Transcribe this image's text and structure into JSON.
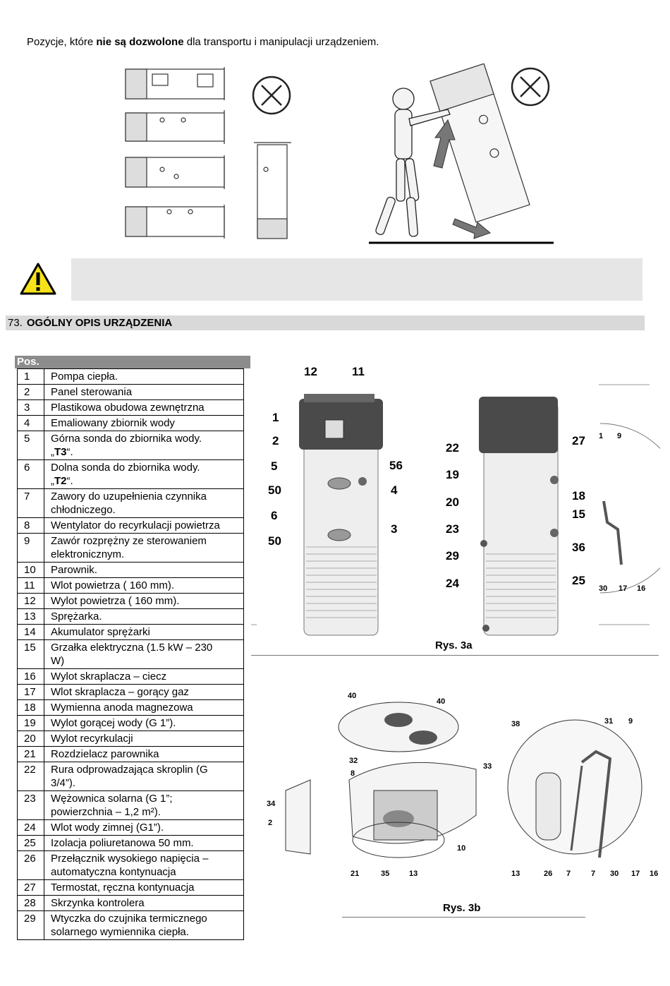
{
  "intro": {
    "pre": "Pozycje, które ",
    "bold": "nie są dozwolone",
    "post": " dla transportu i manipulacji urządzeniem."
  },
  "section": {
    "number": "73.",
    "title": "OGÓLNY OPIS URZĄDZENIA"
  },
  "table": {
    "header": "Pos.",
    "rows": [
      {
        "n": "1",
        "text": "Pompa ciepła."
      },
      {
        "n": "2",
        "text": "Panel sterowania"
      },
      {
        "n": "3",
        "text": "Plastikowa obudowa zewnętrzna"
      },
      {
        "n": "4",
        "text": "Emaliowany zbiornik wody"
      },
      {
        "n": "5",
        "text": "Górna sonda do zbiornika wody.",
        "text2_pre": "„",
        "text2_bold": "T3",
        "text2_post": "“."
      },
      {
        "n": "6",
        "text": "Dolna sonda do zbiornika wody.",
        "text2_pre": "„",
        "text2_bold": "T2",
        "text2_post": "“."
      },
      {
        "n": "7",
        "text": "Zawory do uzupełnienia czynnika",
        "text2": "chłodniczego."
      },
      {
        "n": "8",
        "text": "Wentylator do recyrkulacji powietrza"
      },
      {
        "n": "9",
        "text": "Zawór rozprężny ze sterowaniem",
        "text2": "elektronicznym."
      },
      {
        "n": "10",
        "text": "Parownik."
      },
      {
        "n": "11",
        "text": "Wlot powietrza (    160 mm)."
      },
      {
        "n": "12",
        "text": "Wylot powietrza (    160 mm)."
      },
      {
        "n": "13",
        "text": "Sprężarka."
      },
      {
        "n": "14",
        "text": "Akumulator sprężarki"
      },
      {
        "n": "15",
        "text": "Grzałka elektryczna (1.5 kW – 230",
        "text2": "W)"
      },
      {
        "n": "16",
        "text": "Wylot skraplacza – ciecz"
      },
      {
        "n": "17",
        "text": "Wlot skraplacza – gorący gaz"
      },
      {
        "n": "18",
        "text": "Wymienna anoda magnezowa"
      },
      {
        "n": "19",
        "text": "Wylot gorącej wody (G 1”)."
      },
      {
        "n": "20",
        "text": "Wylot recyrkulacji"
      },
      {
        "n": "21",
        "text": "Rozdzielacz parownika"
      },
      {
        "n": "22",
        "text": "Rura odprowadzająca skroplin (G",
        "text2": "3/4”)."
      },
      {
        "n": "23",
        "text": "Wężownica solarna (G 1”;",
        "text2": "powierzchnia – 1,2 m²)."
      },
      {
        "n": "24",
        "text": "Wlot wody zimnej (G1”)."
      },
      {
        "n": "25",
        "text": "Izolacja poliuretanowa 50 mm."
      },
      {
        "n": "26",
        "text": "Przełącznik wysokiego napięcia –",
        "text2": "automatyczna kontynuacja"
      },
      {
        "n": "27",
        "text": "Termostat, ręczna kontynuacja"
      },
      {
        "n": "28",
        "text": "Skrzynka kontrolera"
      },
      {
        "n": "29",
        "text": "Wtyczka do czujnika termicznego",
        "text2": "solarnego wymiennika ciepła."
      }
    ]
  },
  "figures": {
    "fig3a": "Rys. 3a",
    "fig3b": "Rys. 3b",
    "labels_3a": [
      "12",
      "11",
      "1",
      "2",
      "5",
      "56",
      "50",
      "4",
      "6",
      "50",
      "3",
      "22",
      "19",
      "20",
      "23",
      "29",
      "24",
      "27",
      "18",
      "15",
      "36",
      "25",
      "1",
      "9",
      "30",
      "17",
      "16"
    ],
    "labels_3b": [
      "40",
      "40",
      "38",
      "31",
      "9",
      "32",
      "33",
      "8",
      "34",
      "2",
      "21",
      "35",
      "13",
      "10",
      "13",
      "26",
      "7",
      "7",
      "30",
      "17",
      "16"
    ]
  }
}
